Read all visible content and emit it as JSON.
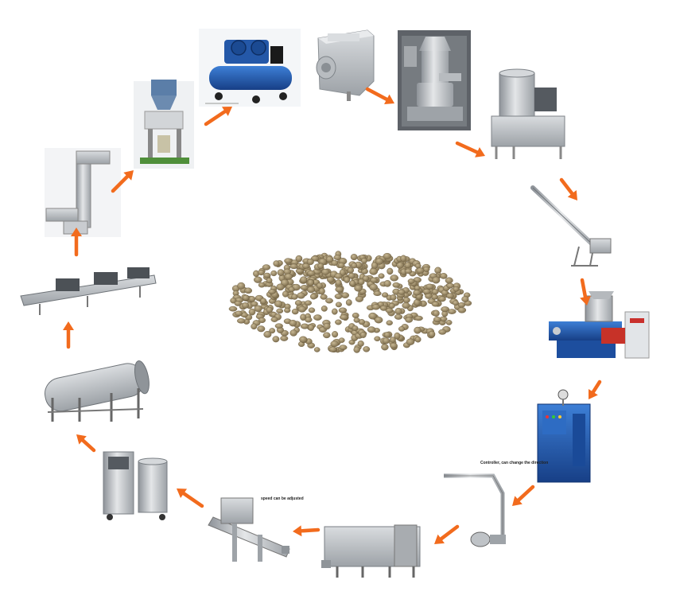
{
  "diagram": {
    "center_product": "feed-pellets",
    "accent_color": "#F26B1D",
    "steel_color": "#BFC3C7",
    "blue_machine_color": "#1F5FB8",
    "flow": [
      "air-compressor",
      "meat-grinder",
      "colloid-mill",
      "mixing-tank",
      "screw-conveyor",
      "twin-screw-extruder",
      "electric-control-cabinet",
      "air-conveyor",
      "multi-layer-dryer",
      "cooling-conveyor",
      "flavoring-tank",
      "seasoning-drum",
      "cooling-belt",
      "bucket-elevator",
      "packing-machine"
    ],
    "annotations": {
      "air_conveyor_note": "Controller, can change the direction",
      "cooling_conveyor_note": "speed can be adjusted"
    }
  }
}
